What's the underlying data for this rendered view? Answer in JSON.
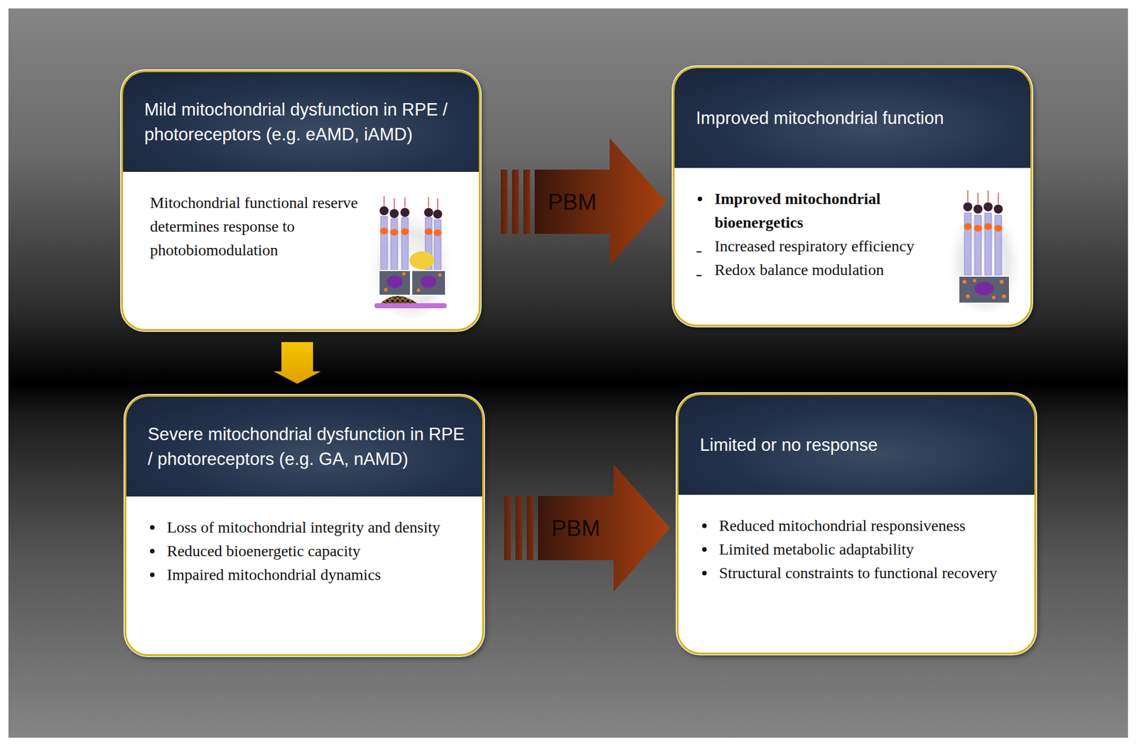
{
  "diagram": {
    "nodes": [
      {
        "text": [
          "Mild mitochondrial dysfunction in RPE / photoreceptors (e.g. eAMD, iAMD)",
          "Mitochondrial functional reserve determines response to photobiomodulation"
        ]
      },
      {
        "text": [
          "Improved mitochondrial function",
          "Improved mitochondrial bioenergetics",
          "Increased respiratory efficiency",
          "Redox balance modulation"
        ]
      },
      {
        "text": [
          "Severe mitochondrial dysfunction in RPE / photoreceptors (e.g. GA, nAMD)",
          "Loss of mitochondrial integrity and density",
          "Reduced bioenergetic capacity",
          "Impaired mitochondrial dynamics"
        ]
      },
      {
        "text": [
          "Limited or no response",
          "Reduced mitochondrial responsiveness",
          "Limited metabolic adaptability",
          "Structural constraints to functional recovery"
        ]
      }
    ],
    "edges": [
      {
        "from": 0,
        "to": 1,
        "label": "PBM",
        "arrow": "to"
      },
      {
        "from": 2,
        "to": 3,
        "label": "PBM",
        "arrow": "to"
      },
      {
        "from": 0,
        "to": 2,
        "arrow": "to"
      }
    ]
  }
}
